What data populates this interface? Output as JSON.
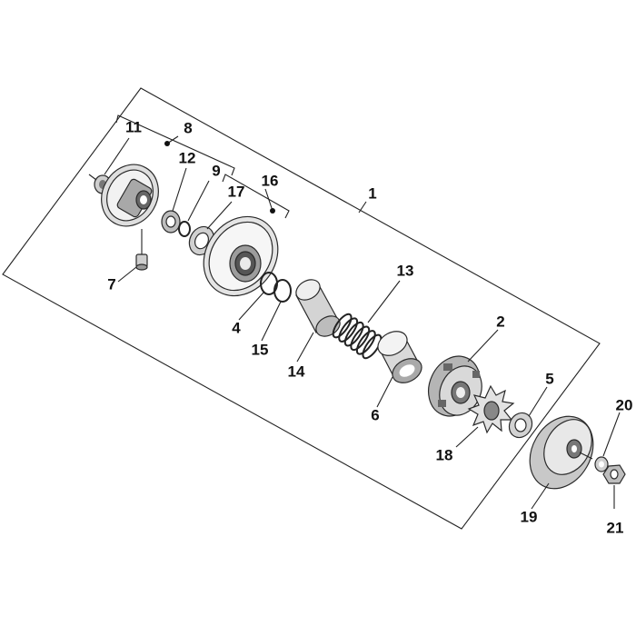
{
  "diagram": {
    "callouts": [
      {
        "id": "c1",
        "text": "1"
      },
      {
        "id": "c2",
        "text": "2"
      },
      {
        "id": "c4",
        "text": "4"
      },
      {
        "id": "c5",
        "text": "5"
      },
      {
        "id": "c6",
        "text": "6"
      },
      {
        "id": "c7",
        "text": "7"
      },
      {
        "id": "c8",
        "text": "8"
      },
      {
        "id": "c9",
        "text": "9"
      },
      {
        "id": "c11",
        "text": "11"
      },
      {
        "id": "c12",
        "text": "12"
      },
      {
        "id": "c13",
        "text": "13"
      },
      {
        "id": "c14",
        "text": "14"
      },
      {
        "id": "c15",
        "text": "15"
      },
      {
        "id": "c16",
        "text": "16"
      },
      {
        "id": "c17",
        "text": "17"
      },
      {
        "id": "c18",
        "text": "18"
      },
      {
        "id": "c19",
        "text": "19"
      },
      {
        "id": "c20",
        "text": "20"
      },
      {
        "id": "c21",
        "text": "21"
      }
    ],
    "colors": {
      "line": "#222222",
      "part_fill": "#d9d9d9",
      "part_dark": "#8c8c8c",
      "background": "#ffffff"
    }
  }
}
